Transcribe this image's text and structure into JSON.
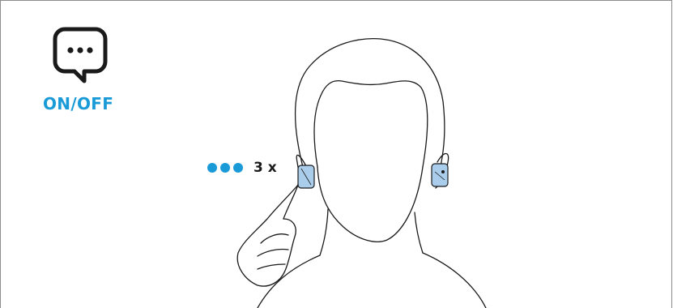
{
  "mode": {
    "label": "ON/OFF",
    "icon": "speech-bubble-dots-icon"
  },
  "gesture": {
    "tap_indicator_dots": 3,
    "count_label": "3 x"
  },
  "colors": {
    "accent": "#1a9bd7",
    "earbud_fill": "#a9cdea",
    "line": "#1a1a1a"
  }
}
